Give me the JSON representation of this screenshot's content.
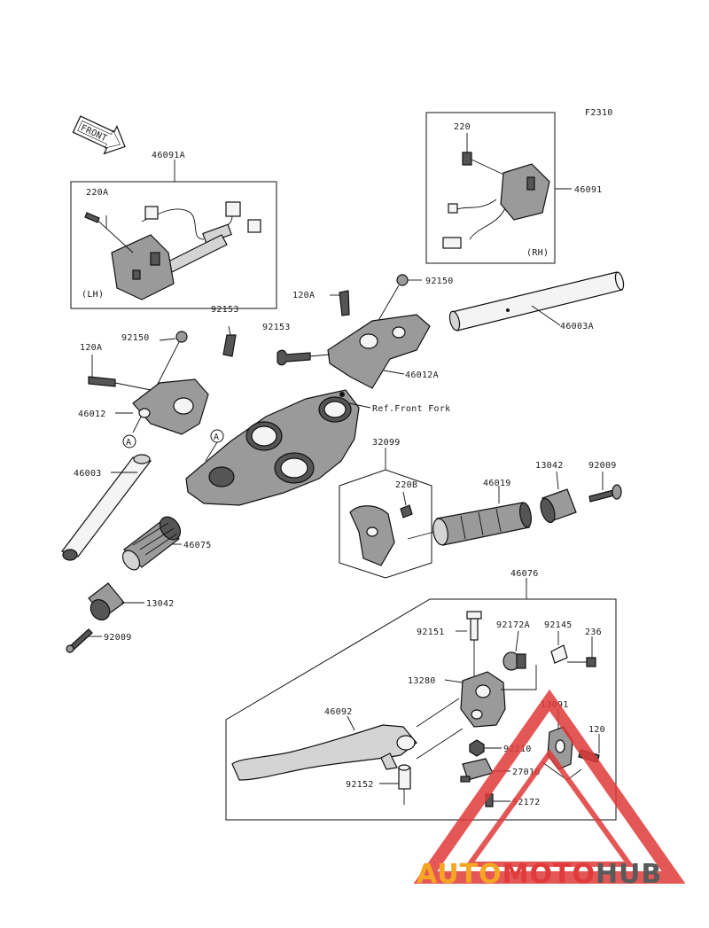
{
  "figure_code": "F2310",
  "front_label": "FRONT",
  "side_labels": {
    "left": "(LH)",
    "right": "(RH)"
  },
  "circle_markers": [
    "A",
    "A"
  ],
  "part_labels": {
    "p46091A": "46091A",
    "p220A": "220A",
    "p220": "220",
    "p46091": "46091",
    "p120A_upper": "120A",
    "p92150_upper": "92150",
    "p46003A": "46003A",
    "p92153_left": "92153",
    "p92153_right": "92153",
    "p92150_lower": "92150",
    "p120A_lower": "120A",
    "p46012A": "46012A",
    "p46012": "46012",
    "pRefFrontFork": "Ref.Front Fork",
    "p32099": "32099",
    "p220B": "220B",
    "p46019": "46019",
    "p13042_right": "13042",
    "p92009_right": "92009",
    "p46003": "46003",
    "p46075": "46075",
    "p13042_left": "13042",
    "p92009_left": "92009",
    "p46076": "46076",
    "p92151": "92151",
    "p92172A": "92172A",
    "p92145": "92145",
    "p236": "236",
    "p13280": "13280",
    "p46092": "46092",
    "p13091": "13091",
    "p120": "120",
    "p92210": "92210",
    "p92152": "92152",
    "p27010": "27010",
    "p92172": "92172"
  },
  "watermark": {
    "part1": "AUTO",
    "part2": "MOTO",
    "part3": "HUB"
  },
  "colors": {
    "watermark_orange": "#f5a623",
    "watermark_red": "#e03a3a",
    "watermark_dark": "#5a5a5a"
  }
}
